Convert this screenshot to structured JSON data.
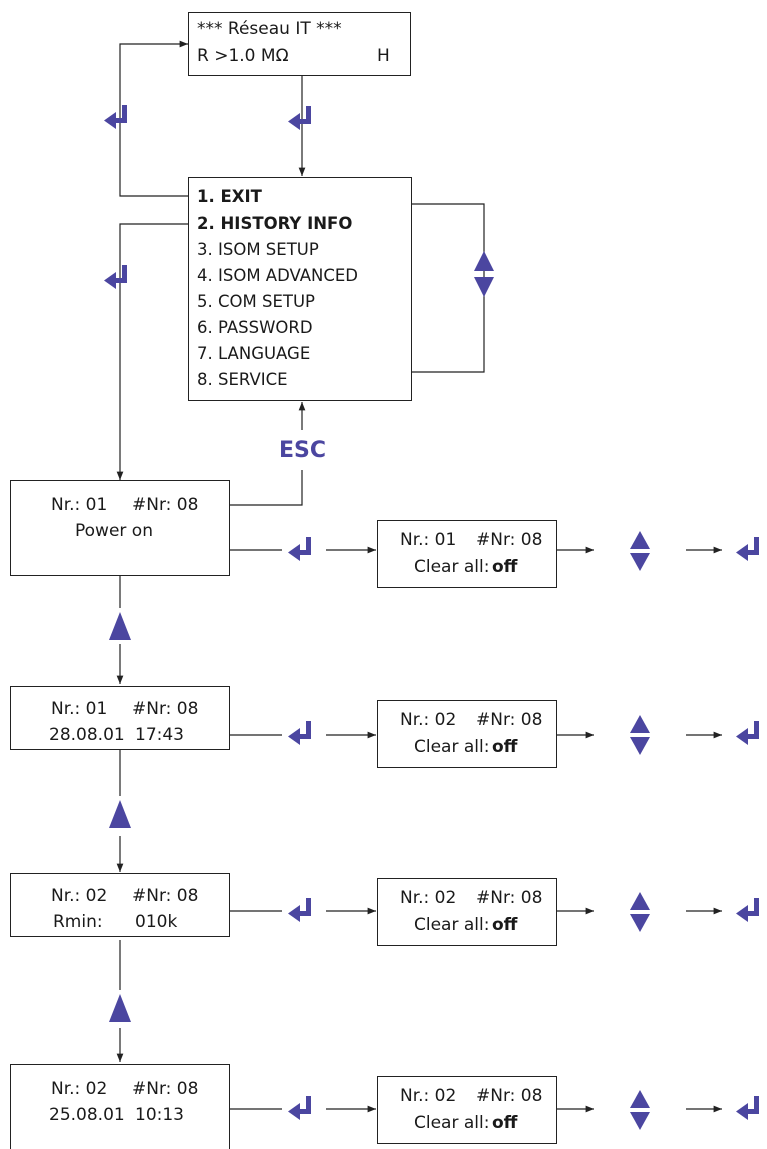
{
  "status_screen": {
    "line1": "*** Réseau IT ***",
    "line2": "R >1.0 MΩ",
    "relay_label": "H"
  },
  "menu": {
    "items": [
      {
        "label": "1. EXIT",
        "bold": true
      },
      {
        "label": "2. HISTORY INFO",
        "bold": true
      },
      {
        "label": "3. ISOM SETUP",
        "bold": false
      },
      {
        "label": "4. ISOM ADVANCED",
        "bold": false
      },
      {
        "label": "5. COM SETUP",
        "bold": false
      },
      {
        "label": "6. PASSWORD",
        "bold": false
      },
      {
        "label": "7. LANGUAGE",
        "bold": false
      },
      {
        "label": "8. SERVICE",
        "bold": false
      }
    ]
  },
  "esc_label": "ESC",
  "history_entries": [
    {
      "nr": "Nr.: 01",
      "total": "#Nr: 08",
      "line2a": "Power  on",
      "line2b": ""
    },
    {
      "nr": "Nr.: 01",
      "total": "#Nr: 08",
      "line2a": "28.08.01",
      "line2b": "17:43"
    },
    {
      "nr": "Nr.: 02",
      "total": "#Nr: 08",
      "line2a": "Rmin:",
      "line2b": "010k"
    },
    {
      "nr": "Nr.: 02",
      "total": "#Nr: 08",
      "line2a": "25.08.01",
      "line2b": "10:13"
    }
  ],
  "clear_screens": [
    {
      "nr": "Nr.: 01",
      "total": "#Nr: 08",
      "label": "Clear all:",
      "value": "off"
    },
    {
      "nr": "Nr.: 02",
      "total": "#Nr: 08",
      "label": "Clear all:",
      "value": "off"
    },
    {
      "nr": "Nr.: 02",
      "total": "#Nr: 08",
      "label": "Clear all:",
      "value": "off"
    },
    {
      "nr": "Nr.: 02",
      "total": "#Nr: 08",
      "label": "Clear all:",
      "value": "off"
    }
  ],
  "colors": {
    "accent": "#4b46a0",
    "line": "#222222"
  },
  "icons": [
    "enter-key-icon",
    "up-down-arrows-icon",
    "up-arrow-icon",
    "unlock-icon",
    "up-arrow-line-icon"
  ]
}
